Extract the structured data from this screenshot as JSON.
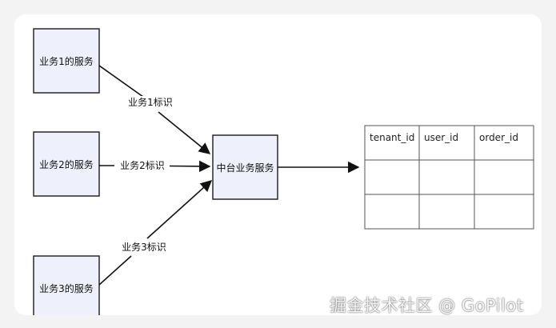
{
  "diagram": {
    "services": [
      {
        "label": "业务1的服务"
      },
      {
        "label": "业务2的服务"
      },
      {
        "label": "业务3的服务"
      }
    ],
    "edge_labels": [
      "业务1标识",
      "业务2标识",
      "业务3标识"
    ],
    "middle": {
      "label": "中台业务服务"
    },
    "table": {
      "columns": [
        "tenant_id",
        "user_id",
        "order_id"
      ],
      "rows": [
        [
          "",
          "",
          ""
        ],
        [
          "",
          "",
          ""
        ]
      ]
    }
  },
  "watermark": {
    "text": "掘金技术社区 @ GoPilot"
  }
}
